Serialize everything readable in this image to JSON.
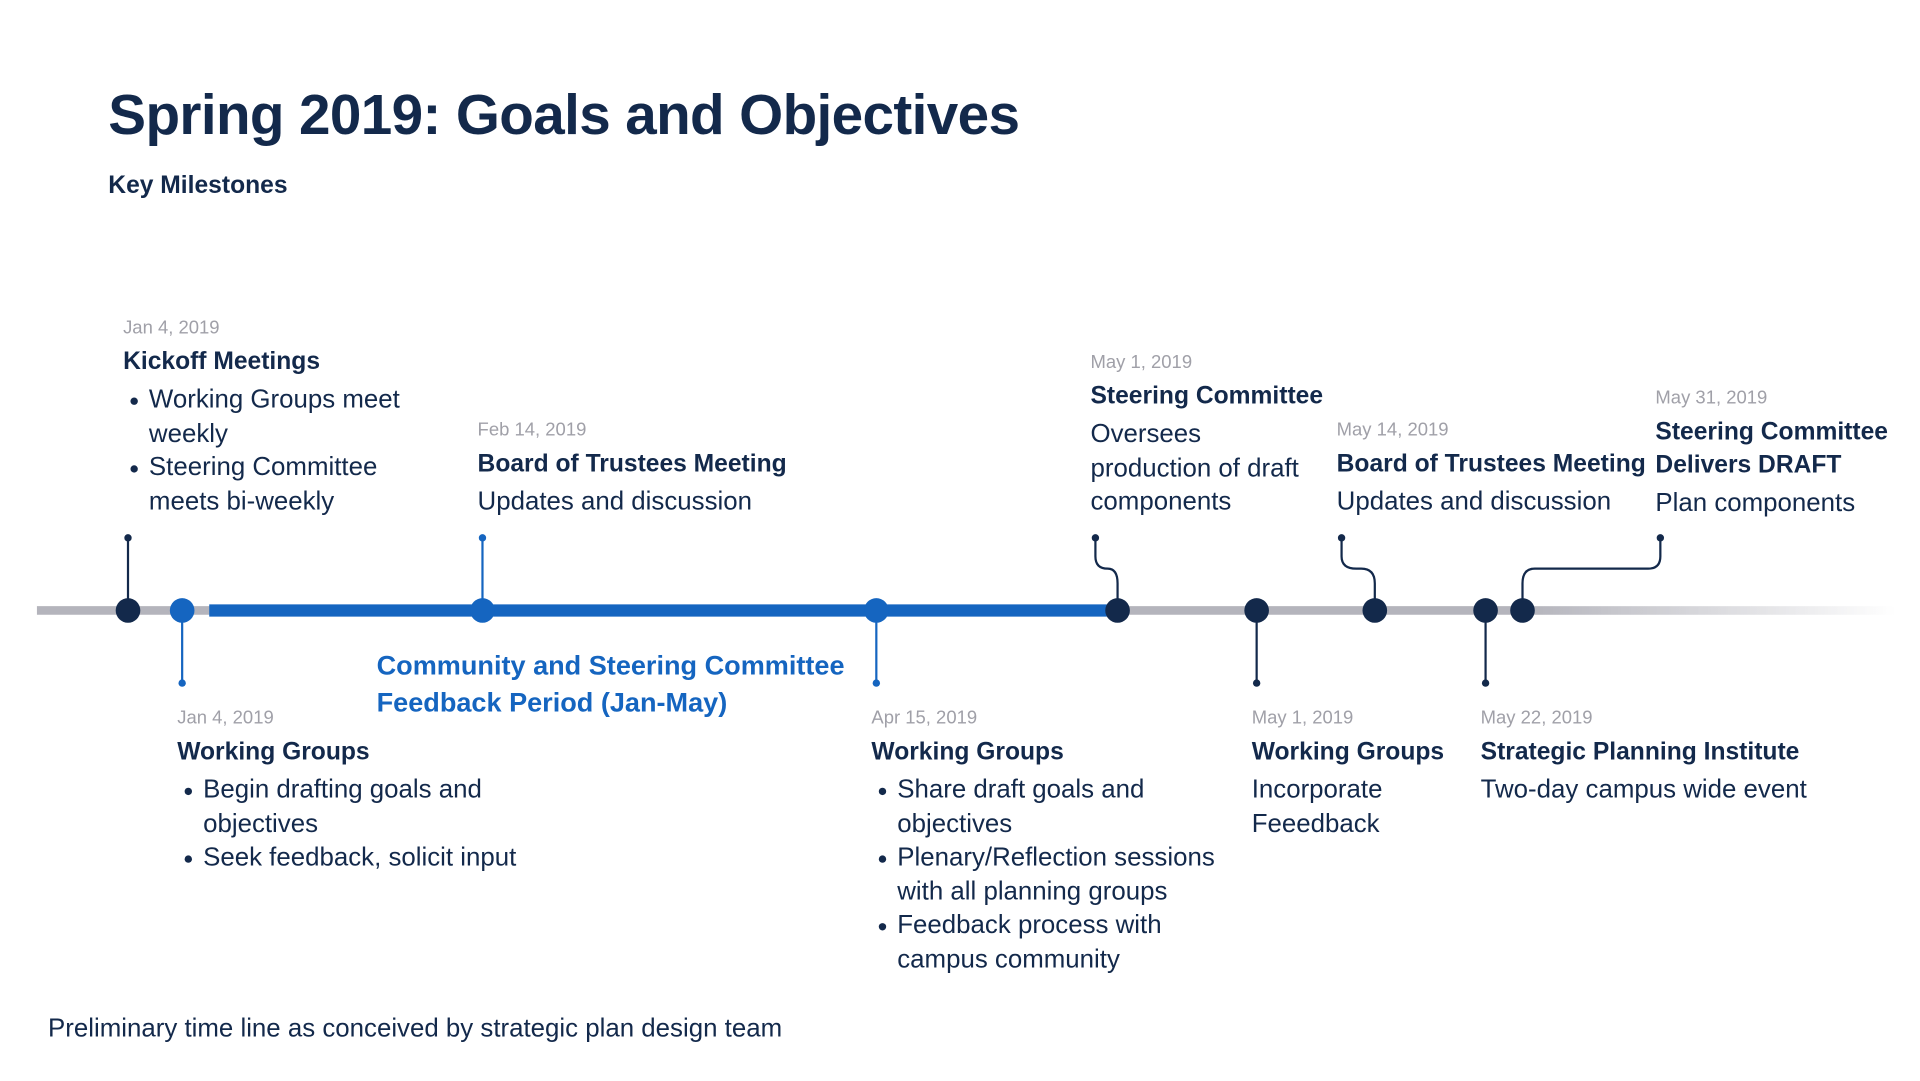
{
  "title": "Spring 2019: Goals and Objectives",
  "subtitle": "Key Milestones",
  "period_label": "Community and Steering Committee Feedback Period (Jan-May)",
  "footer": "Preliminary time line as conceived by strategic plan design team",
  "colors": {
    "navy": "#13294b",
    "blue": "#1565c0",
    "gray": "#b4b4bc"
  },
  "events": [
    {
      "date": "Jan 4, 2019",
      "title": "Kickoff Meetings",
      "bullets": [
        "Working Groups meet weekly",
        "Steering Committee meets bi-weekly"
      ]
    },
    {
      "date": "Jan 4, 2019",
      "title": "Working Groups",
      "bullets": [
        "Begin drafting goals and objectives",
        "Seek feedback, solicit input"
      ]
    },
    {
      "date": "Feb 14, 2019",
      "title": "Board of Trustees Meeting",
      "body": "Updates and discussion"
    },
    {
      "date": "Apr 15, 2019",
      "title": "Working Groups",
      "bullets": [
        "Share draft goals and objectives",
        "Plenary/Reflection sessions with all planning groups",
        "Feedback process with campus community"
      ]
    },
    {
      "date": "May 1, 2019",
      "title": "Steering Committee",
      "body": "Oversees production of draft components"
    },
    {
      "date": "May 1, 2019",
      "title": "Working Groups",
      "body": "Incorporate Feeedback"
    },
    {
      "date": "May 14, 2019",
      "title": "Board of Trustees Meeting",
      "body": "Updates and discussion"
    },
    {
      "date": "May 22, 2019",
      "title": "Strategic Planning Institute",
      "body": "Two-day campus wide event"
    },
    {
      "date": "May 31, 2019",
      "title": "Steering Committee Delivers DRAFT",
      "body": "Plan components"
    }
  ]
}
